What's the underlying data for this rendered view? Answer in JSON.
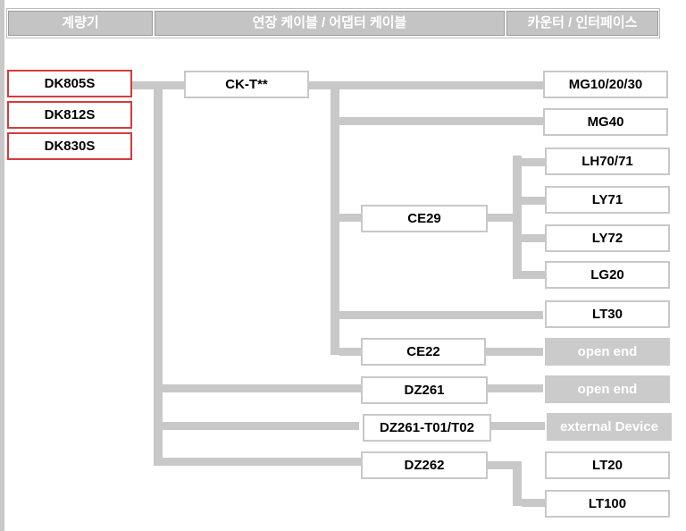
{
  "headers": {
    "col1": "계량기",
    "col2": "연장 케이블 / 어댑터 케이블",
    "col3": "카운터 / 인터페이스"
  },
  "meters": [
    "DK805S",
    "DK812S",
    "DK830S"
  ],
  "cables": {
    "ckt": "CK-T**",
    "ce29": "CE29",
    "ce22": "CE22",
    "dz261": "DZ261",
    "dz261t": "DZ261-T01/T02",
    "dz262": "DZ262"
  },
  "devices": {
    "mg10": "MG10/20/30",
    "mg40": "MG40",
    "lh70": "LH70/71",
    "ly71": "LY71",
    "ly72": "LY72",
    "lg20": "LG20",
    "lt30": "LT30",
    "open1": "open end",
    "open2": "open end",
    "ext": "external Device",
    "lt20": "LT20",
    "lt100": "LT100"
  },
  "colors": {
    "meter_border": "#d43c3c",
    "connector": "#c8c8c8",
    "header_fill": "#c4c4c4"
  }
}
